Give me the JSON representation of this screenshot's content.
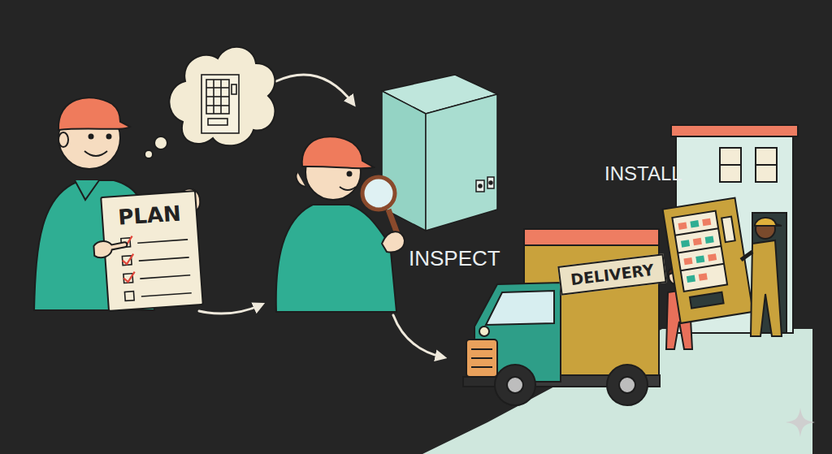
{
  "diagram": {
    "nodes": [
      {
        "text": [
          "PLAN"
        ]
      },
      {
        "text": [
          "DELIVERY"
        ]
      }
    ],
    "labels": [
      "INSPECT",
      "INSTALL"
    ]
  }
}
